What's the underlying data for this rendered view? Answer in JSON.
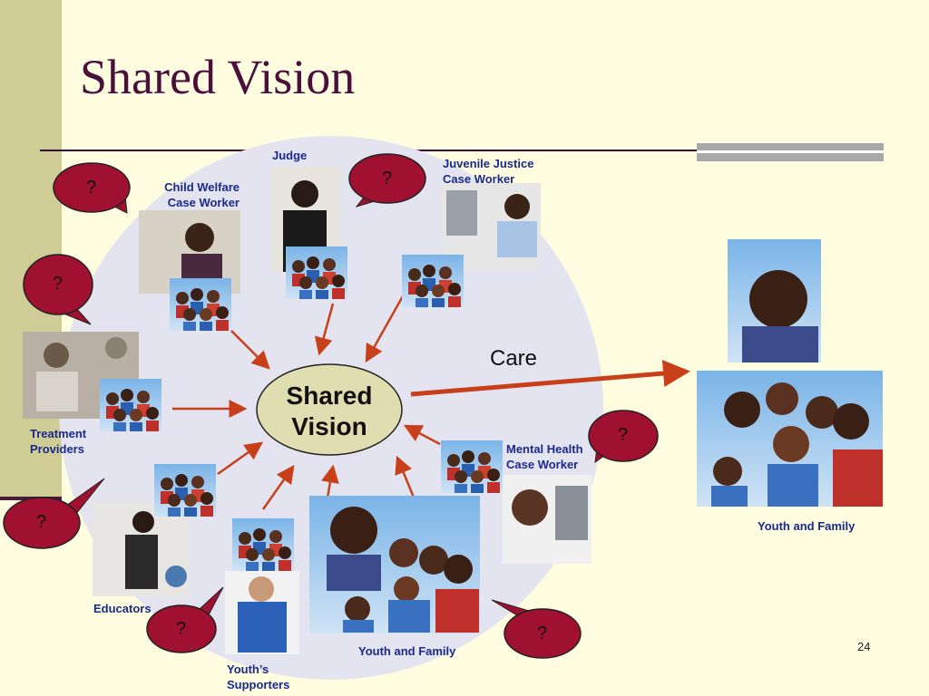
{
  "slide": {
    "title": "Shared Vision",
    "page_number": "24"
  },
  "center": {
    "line1": "Shared",
    "line2": "Vision"
  },
  "care_label": "Care",
  "roles": {
    "judge": "Judge",
    "juvenile_justice_line1": "Juvenile Justice",
    "juvenile_justice_line2": "Case Worker",
    "child_welfare_line1": "Child Welfare",
    "child_welfare_line2": "Case Worker",
    "treatment_line1": "Treatment",
    "treatment_line2": "Providers",
    "mental_health_line1": "Mental Health",
    "mental_health_line2": "Case Worker",
    "educators": "Educators",
    "supporters_line1": "Youth’s",
    "supporters_line2": "Supporters",
    "youth_family_center": "Youth and Family",
    "youth_family_right": "Youth and Family"
  },
  "question_mark": "?",
  "colors": {
    "title": "#4a0f3a",
    "label": "#1a2a8a",
    "bubble": "#a01030",
    "arrow": "#c8401a",
    "oval": "#e0ddb0",
    "background_circle": "#e3e4f0"
  },
  "icons": [
    "speech-bubble-icon",
    "arrow-icon"
  ]
}
